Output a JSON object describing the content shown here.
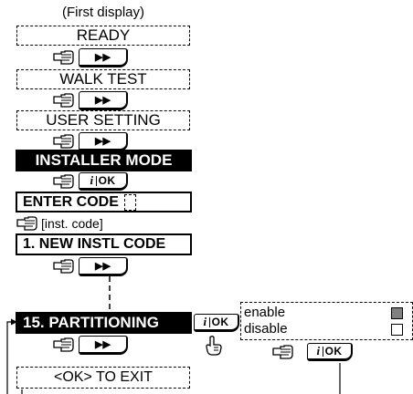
{
  "first_display": "(First display)",
  "menu": {
    "ready": "READY",
    "walk_test": "WALK TEST",
    "user_setting": "USER SETTING",
    "installer_mode": "INSTALLER MODE",
    "enter_code": "ENTER CODE",
    "inst_code_hint": "[inst. code]",
    "new_instl_code": "1. NEW INSTL CODE",
    "partitioning": "15. PARTITIONING",
    "exit": "<OK> TO EXIT"
  },
  "keys": {
    "next": "▶▶",
    "ok_i": "i",
    "ok": "OK"
  },
  "options": {
    "enable": "enable",
    "disable": "disable",
    "enable_selected": true
  },
  "colors": {
    "highlight": "#000000",
    "selected_square": "#808080"
  }
}
